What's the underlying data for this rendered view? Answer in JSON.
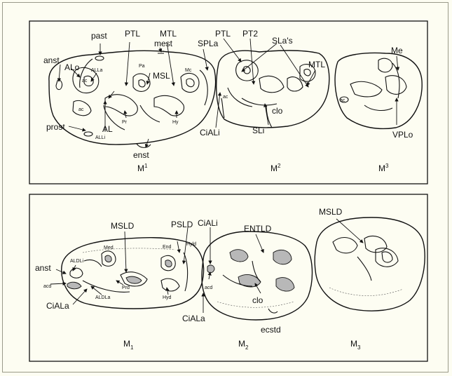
{
  "upper_panel": {
    "labels": {
      "past": "past",
      "mest": "mest",
      "ptl_1": "PTL",
      "mtl_1": "MTL",
      "spla": "SPLa",
      "ptl_2": "PTL",
      "pt2": "PT2",
      "slas": "SLa's",
      "mtl_2": "MTL",
      "me": "Me",
      "anst": "anst",
      "alo": "ALo",
      "alla": "ALLa",
      "pa": "Pa",
      "msl": "MSL",
      "mc": "Mc",
      "ac_1": "ac",
      "ac_2": "ac",
      "ac_3": "ac",
      "ac_4": "ac",
      "al": "AL",
      "pr": "Pr",
      "hy": "Hy",
      "prost": "prost",
      "alli": "ALLi",
      "enst": "enst",
      "clo": "clo",
      "cialli": "CiALi",
      "sli": "SLi",
      "vplo": "VPLo"
    },
    "molars": {
      "m1": "M",
      "m1_sup": "1",
      "m2": "M",
      "m2_sup": "2",
      "m3": "M",
      "m3_sup": "3"
    }
  },
  "lower_panel": {
    "labels": {
      "msld_1": "MSLD",
      "psld": "PSLD",
      "cialli": "CiALi",
      "entld": "ENTLD",
      "msld_3": "MSLD",
      "med": "Med",
      "end": "End",
      "hyld": "Hyld",
      "aldli": "ALDLi",
      "anst": "anst",
      "acd_1": "acd",
      "acd_2": "acd",
      "prd": "Prd",
      "hyd": "Hyd",
      "cialla_1": "CiALa",
      "aldla": "ALDLa",
      "cialla_2": "CiALa",
      "clo": "clo",
      "ecstd": "ecstd"
    },
    "molars": {
      "m1": "M",
      "m1_sub": "1",
      "m2": "M",
      "m2_sub": "2",
      "m3": "M",
      "m3_sub": "3"
    }
  }
}
